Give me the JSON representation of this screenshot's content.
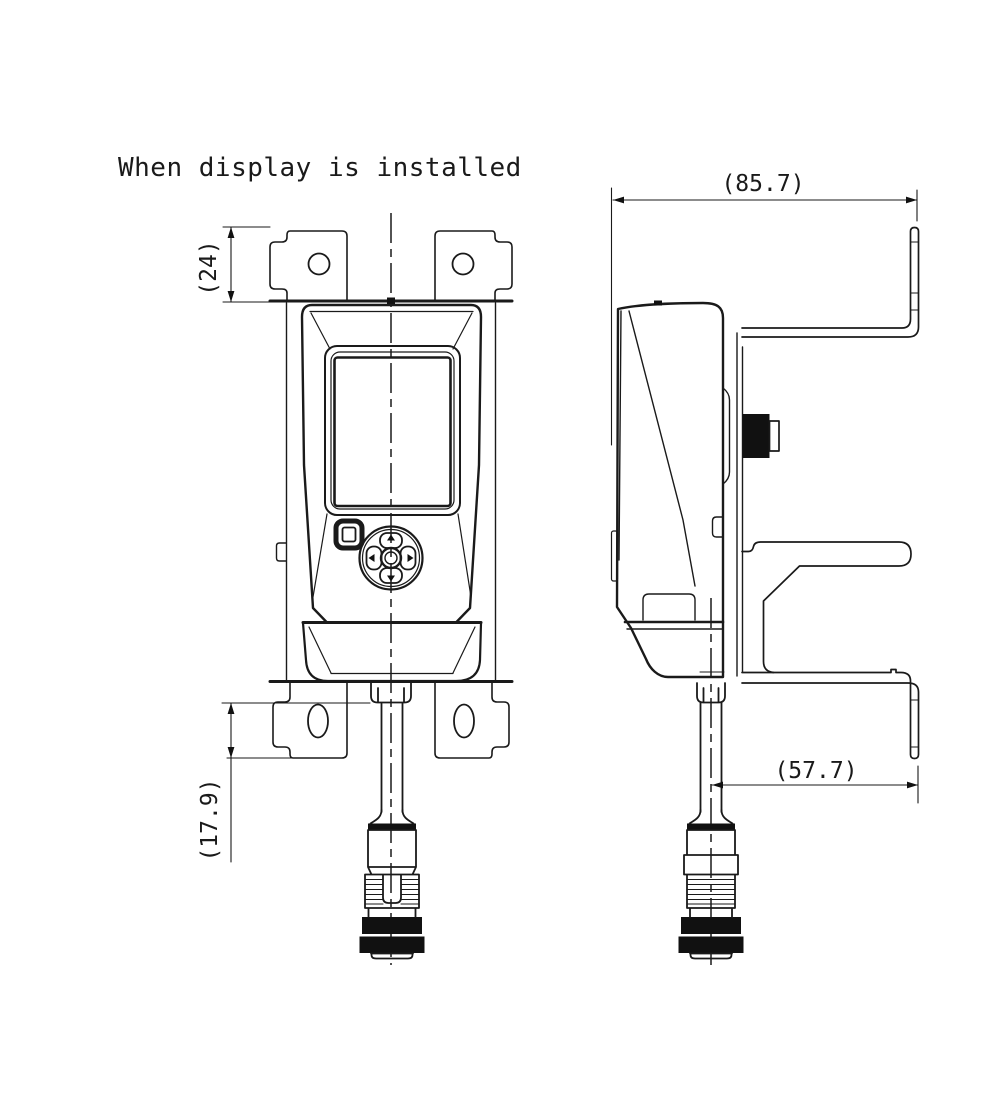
{
  "title": "When display is installed",
  "drawing": {
    "type": "engineering-dimension-drawing",
    "views": [
      {
        "id": "front-view",
        "description": "front view of display unit on mounting bracket with cable connector"
      },
      {
        "id": "side-view",
        "description": "side profile view of display unit, bracket flanges and cable connector"
      }
    ]
  },
  "dimensions": {
    "upper_tab_height": {
      "label": "(24)",
      "orientation": "vertical",
      "view": "front"
    },
    "lower_tab_height": {
      "label": "(17.9)",
      "orientation": "vertical",
      "view": "front"
    },
    "overall_depth": {
      "label": "(85.7)",
      "orientation": "horizontal",
      "view": "side"
    },
    "cable_to_flange": {
      "label": "(57.7)",
      "orientation": "horizontal",
      "view": "side"
    }
  },
  "colors": {
    "line": "#1a1a1a",
    "background": "#ffffff",
    "solid_fill": "#111111"
  }
}
